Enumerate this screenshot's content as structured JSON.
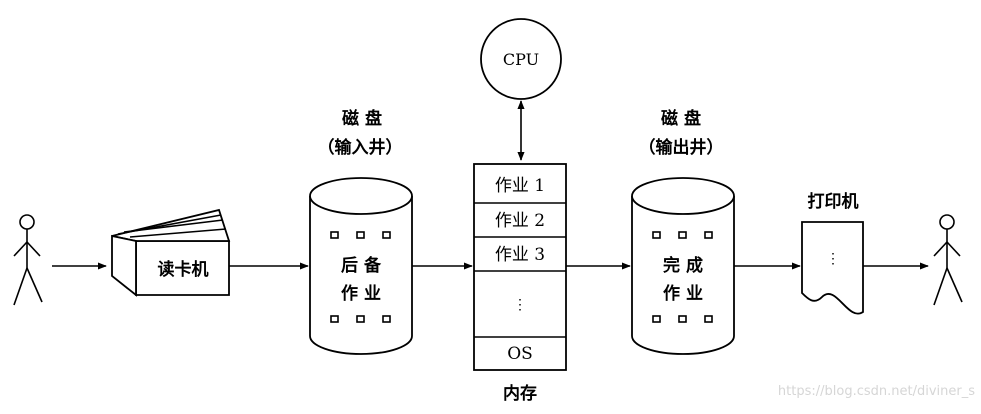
{
  "labels": {
    "cpu": "CPU",
    "disk_in_title": "磁  盘",
    "disk_in_sub": "（输入井）",
    "disk_out_title": "磁  盘",
    "disk_out_sub": "（输出井）",
    "card_reader": "读卡机",
    "disk_in_line1": "后    备",
    "disk_in_line2": "作    业",
    "disk_out_line1": "完    成",
    "disk_out_line2": "作    业",
    "printer": "打印机",
    "printer_dots": "⋮",
    "memory": "内存",
    "memory_dots": "⋮",
    "watermark": "https://blog.csdn.net/diviner_s"
  },
  "memory_slots": [
    "作业 1",
    "作业 2",
    "作业 3",
    "",
    "OS"
  ]
}
